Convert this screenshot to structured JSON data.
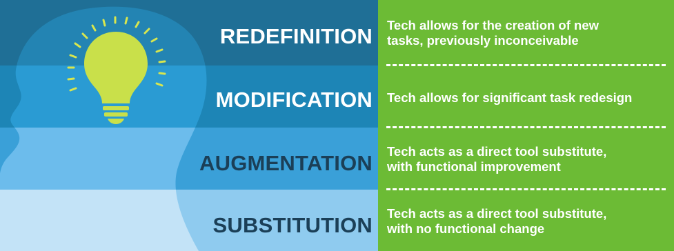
{
  "levels": [
    {
      "name": "REDEFINITION",
      "description_lines": [
        "Tech allows for the creation of new",
        "tasks, previously inconceivable"
      ]
    },
    {
      "name": "MODIFICATION",
      "description_lines": [
        "Tech allows for significant task redesign"
      ]
    },
    {
      "name": "AUGMENTATION",
      "description_lines": [
        "Tech acts as a direct tool substitute,",
        "with functional improvement"
      ]
    },
    {
      "name": "SUBSTITUTION",
      "description_lines": [
        "Tech acts as a direct tool substitute,",
        "with no functional change"
      ]
    }
  ],
  "icons": {
    "head": "head-silhouette-icon",
    "bulb": "lightbulb-icon"
  },
  "colors": {
    "redefinition_band": "#1f6f96",
    "modification_band": "#1d85b6",
    "augmentation_band": "#3aa0d8",
    "substitution_band": "#8fcbef",
    "description_panel": "#6cbb35",
    "bulb": "#c9e04a",
    "dark_text": "#1b3f57"
  }
}
